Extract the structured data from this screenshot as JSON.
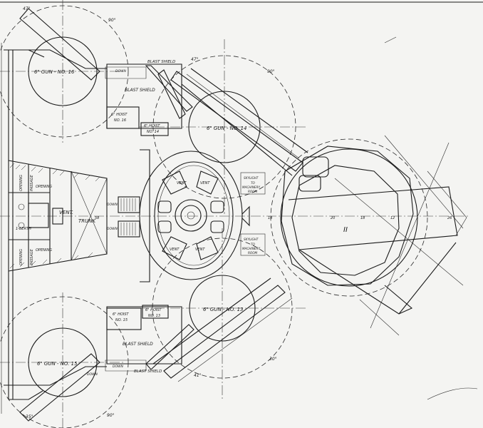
{
  "labels": {
    "gun16": "6\" GUN - NO. 16",
    "gun14": "6\" GUN - NO. 14",
    "gun13": "6\" GUN - NO. 13",
    "gun15": "6\" GUN - NO. 15",
    "blast_shield": "BLAST SHIELD",
    "blast_shield_top": "BLAST SHIELD",
    "blast_shield_bottom": "BLAST SHIELD",
    "blast_shield_lower_upper": "BLAST SHIELD",
    "hoist16_a": "6\" HOIST",
    "hoist16_b": "NO. 16",
    "hoist14_a": "6\" HOIST",
    "hoist14_b": "NO. 14",
    "hoist13_a": "6\" HOIST",
    "hoist13_b": "NO. 13",
    "hoist15_a": "6\" HOIST",
    "hoist15_b": "NO. 15",
    "down_1": "DOWN",
    "down_2": "DOWN",
    "down_3": "DOWN",
    "down_4": "DOWN",
    "down_5": "DOWN",
    "vent_trunk_a": "VENT.",
    "vent_trunk_b": "TRUNK",
    "vent_1": "VENT",
    "vent_2": "VENT",
    "vent_3": "VENT",
    "vent_4": "VENT",
    "opening_1": "OPENING",
    "opening_2": "OPENING",
    "opening_3": "OPENING",
    "opening_4": "OPENING",
    "passage_1": "PASSAGE",
    "passage_2": "PASSAGE",
    "berth": "1-BERTH",
    "sight_upper_a": "SKYLIGHT",
    "sight_upper_b": "TO",
    "sight_upper_c": "MACHINERY",
    "sight_upper_d": "ROOM",
    "sight_lower_a": "SKYLIGHT",
    "sight_lower_b": "TO",
    "sight_lower_c": "MACHINERY",
    "sight_lower_d": "ROOM",
    "turret_mark": "II",
    "deg_47_tl": "47°",
    "deg_90_tl": "90°",
    "deg_47_t": "47°",
    "deg_90_t": "90°",
    "deg_30_b": "30°",
    "deg_41_b": "41°",
    "deg_90_bl": "90°",
    "deg_35_bl": "35°",
    "fr_58": "58",
    "fr_14": "14",
    "fr_20": "20",
    "fr_18": "18",
    "fr_12": "12",
    "fr_26": "26"
  },
  "colors": {
    "paper": "#f4f4f2",
    "ink": "#1a1a1a"
  }
}
